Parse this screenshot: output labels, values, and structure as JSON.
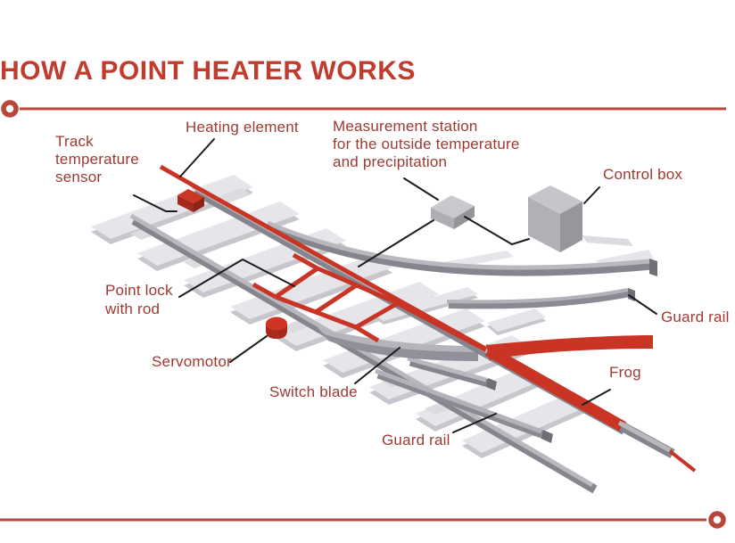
{
  "title": "HOW A POINT HEATER WORKS",
  "labels": {
    "track_temperature_sensor": [
      "Track",
      "temperature",
      "sensor"
    ],
    "heating_element": "Heating element",
    "measurement_station": [
      "Measurement station",
      "for the outside temperature",
      "and precipitation"
    ],
    "control_box": "Control box",
    "point_lock": [
      "Point lock",
      "with rod"
    ],
    "guard_rail_upper": "Guard rail",
    "servomotor": "Servomotor",
    "frog": "Frog",
    "switch_blade": "Switch blade",
    "guard_rail_lower": "Guard rail"
  },
  "colors": {
    "title_red": "#c23b2c",
    "label_red": "#9d3a31",
    "divider_red": "#b8473a",
    "element_red": "#c93425",
    "rail_dark": "#85858d",
    "rail_light": "#b8b8be",
    "sleeper": "#e6e6ea",
    "background": "#ffffff"
  }
}
